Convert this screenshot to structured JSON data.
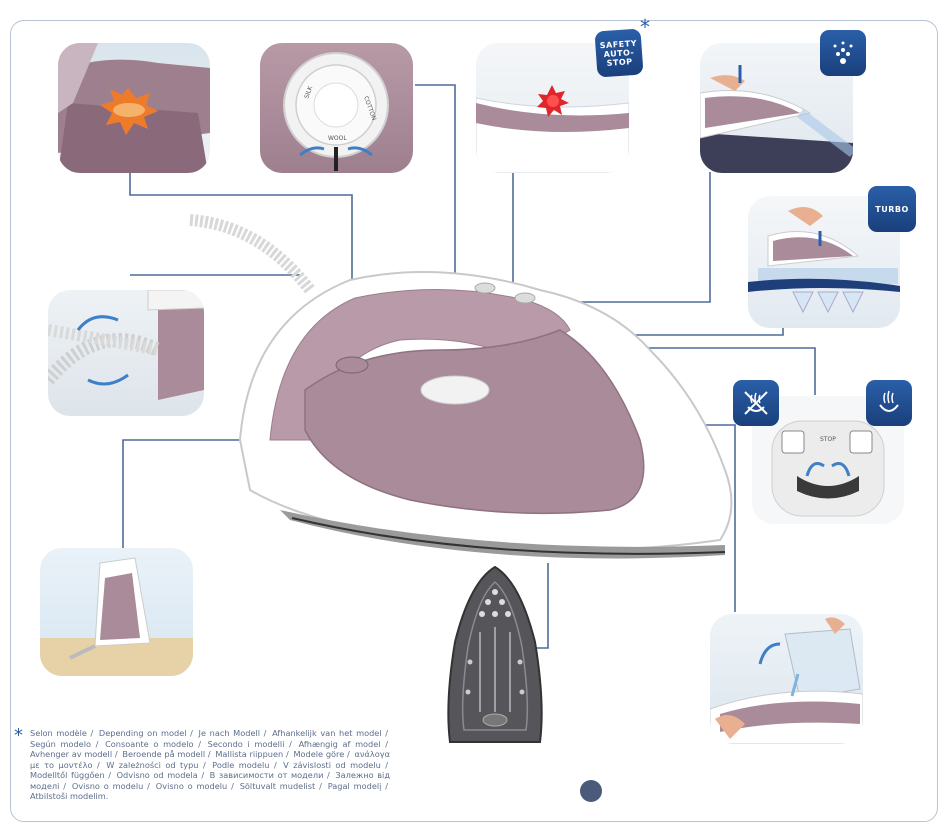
{
  "badges": {
    "safety": "SAFETY AUTO-STOP",
    "turbo": "TURBO"
  },
  "asterisk": "*",
  "dial_labels": {
    "silk": "SILK",
    "wool": "WOOL",
    "cotton": "COTTON"
  },
  "stop_label": "STOP",
  "legend": [
    "Selon modèle /",
    "Depending on model /",
    "Je nach Modell /",
    "Afhankelijk van het model /",
    "Según modelo /",
    "Consoante o modelo /",
    "Secondo i modelli /",
    "Afhængig af model /",
    "Avhenger av modell /",
    "Beroende på modell /",
    "Mallista riippuen /",
    "Modele göre /",
    "ανάλογα με το μοντέλο /",
    "W zależności od typu /",
    "Podle modelu /",
    "V závislosti od modelu /",
    "Modelltől függően /",
    "Odvisno od modela /",
    "В зависимости от модели /",
    "Залежно від моделі /",
    "Ovisno o modelu /",
    "Ovisno o modelu /",
    "Sõltuvalt mudelist /",
    "Pagal modelį /",
    "Atbilstoši modelim."
  ],
  "colors": {
    "accent_blue": "#2a5fa8",
    "iron_mauve": "#a98b99",
    "frame": "#b8c3d3",
    "leader": "#4f6b98"
  }
}
